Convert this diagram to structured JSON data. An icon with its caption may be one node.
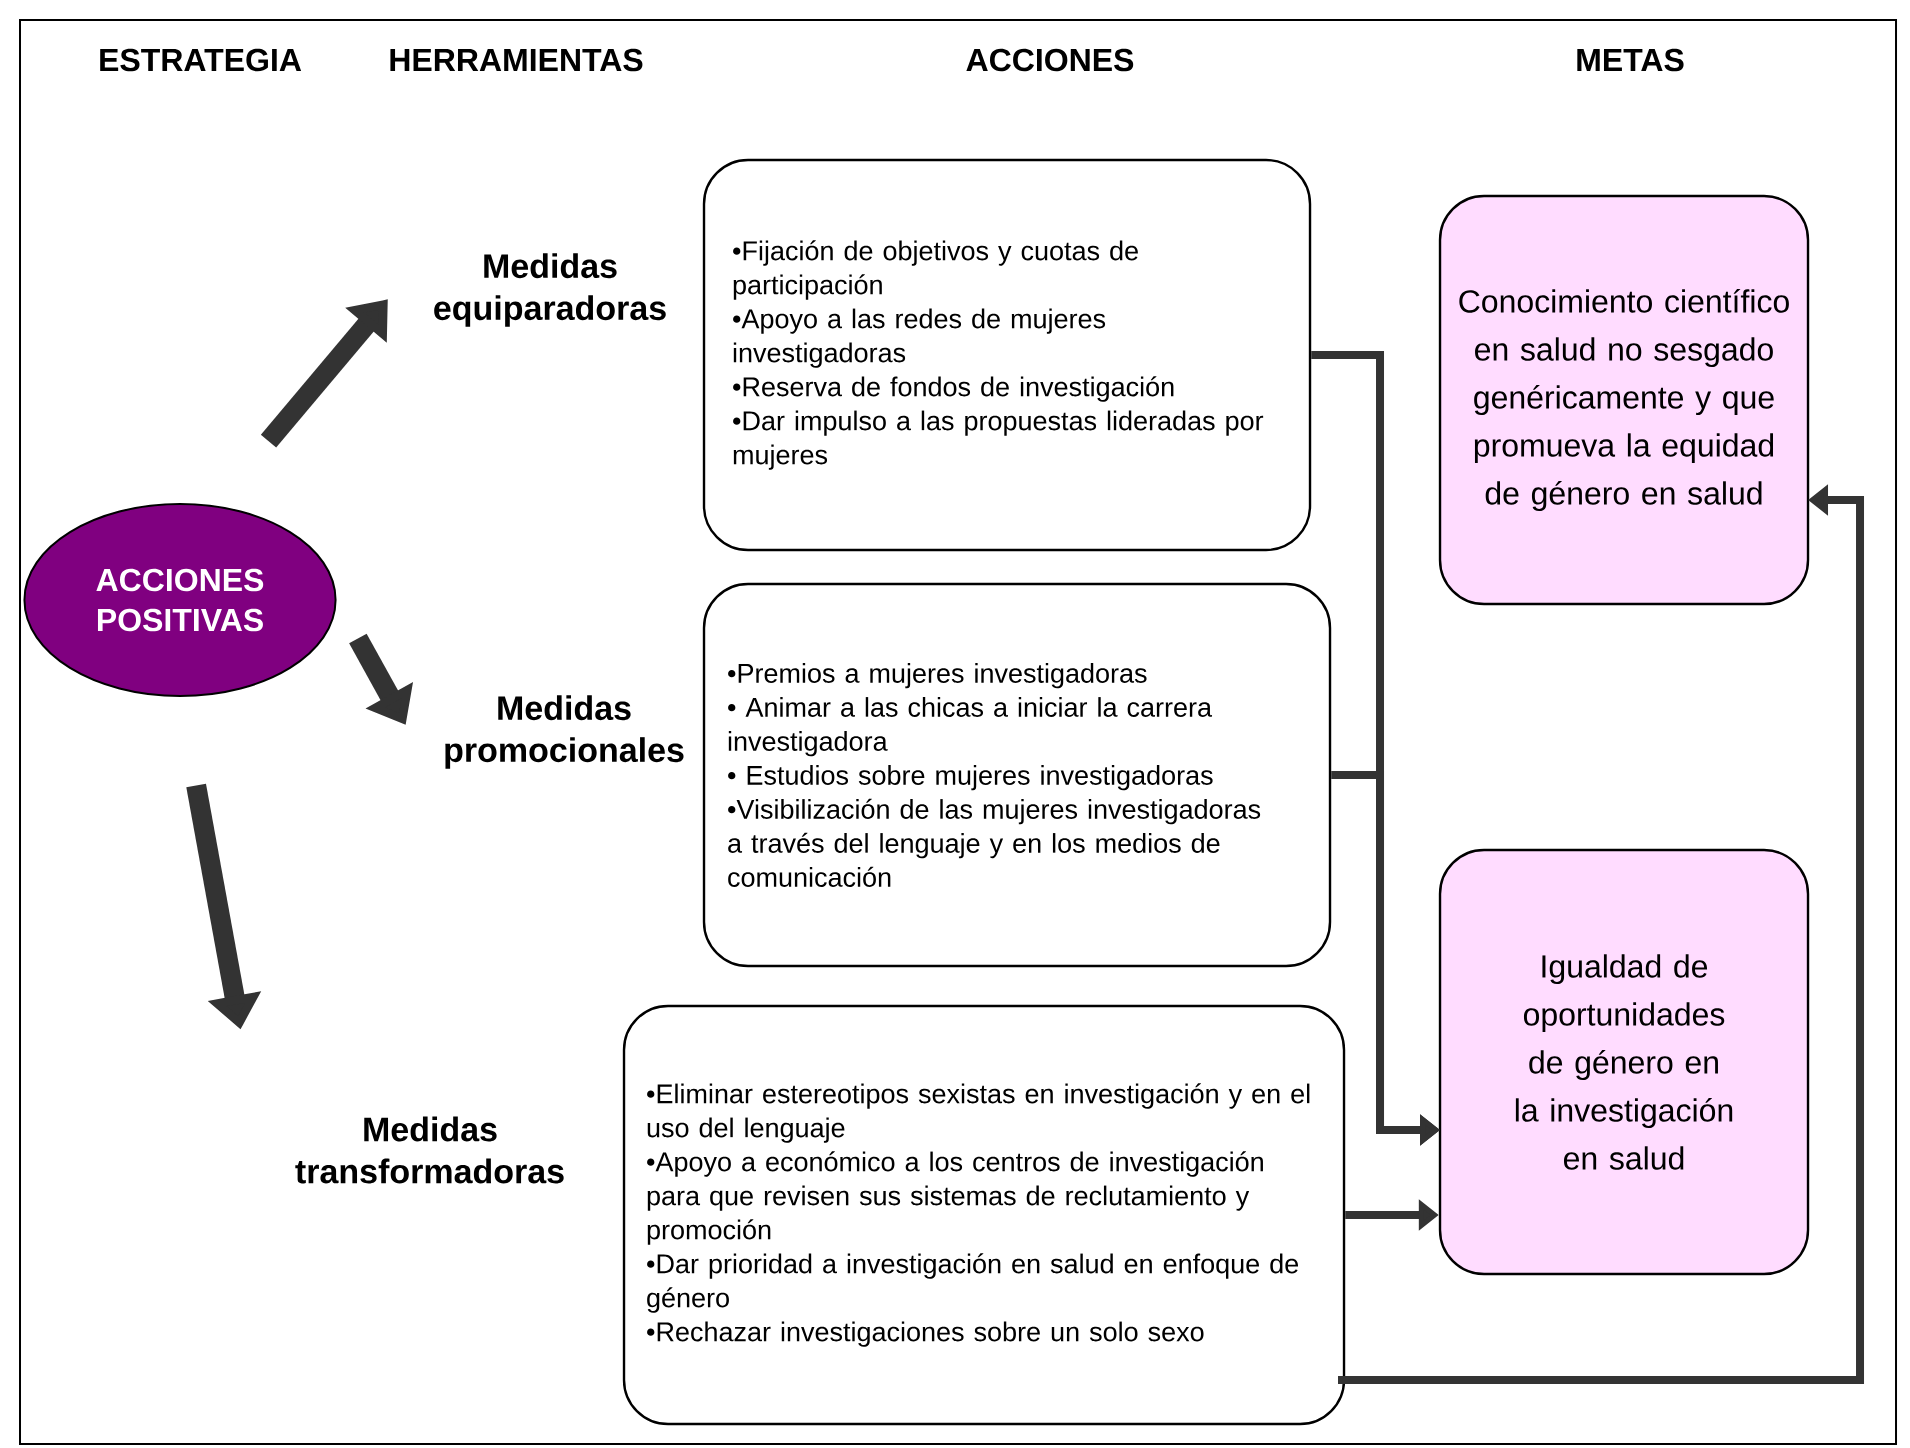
{
  "diagram": {
    "nodes": [
      {
        "text": [
          "ACCIONES POSITIVAS"
        ]
      },
      {
        "text": [
          "Medidas equiparadoras"
        ]
      },
      {
        "text": [
          "Medidas promocionales"
        ]
      },
      {
        "text": [
          "Medidas transformadoras"
        ]
      },
      {
        "text": [
          "•Fijación de objetivos y cuotas de participación",
          "•Apoyo a las redes de mujeres investigadoras",
          "•Reserva de fondos de investigación",
          "•Dar impulso a las propuestas lideradas por mujeres"
        ]
      },
      {
        "text": [
          "•Premios a mujeres investigadoras",
          "• Animar a las chicas a iniciar la carrera investigadora",
          "• Estudios sobre mujeres investigadoras",
          "•Visibilización de las mujeres investigadoras a través del lenguaje y en los medios de comunicación"
        ]
      },
      {
        "text": [
          "•Eliminar estereotipos sexistas en investigación y en el uso del lenguaje",
          "•Apoyo a económico a los centros de investigación para que revisen sus sistemas de reclutamiento y promoción",
          "•Dar prioridad a investigación en salud en enfoque de género",
          "•Rechazar investigaciones sobre un solo sexo"
        ]
      },
      {
        "text": [
          "Conocimiento científico en salud no sesgado genéricamente y que promueva la equidad de género en salud"
        ]
      },
      {
        "text": [
          "Igualdad de oportunidades de género en la investigación en salud"
        ]
      }
    ],
    "edges": [
      {
        "from": 0,
        "to": 1,
        "arrow": "to",
        "style": "thick"
      },
      {
        "from": 0,
        "to": 2,
        "arrow": "to",
        "style": "thick"
      },
      {
        "from": 0,
        "to": 3,
        "arrow": "to",
        "style": "thick"
      },
      {
        "from": 4,
        "to": 8,
        "arrow": "to"
      },
      {
        "from": 5,
        "to": 8,
        "arrow": "to"
      },
      {
        "from": 6,
        "to": 8,
        "arrow": "to"
      },
      {
        "from": 6,
        "to": 7,
        "arrow": "to"
      }
    ],
    "labels": [
      "ESTRATEGIA",
      "HERRAMIENTAS",
      "ACCIONES",
      "METAS"
    ]
  }
}
